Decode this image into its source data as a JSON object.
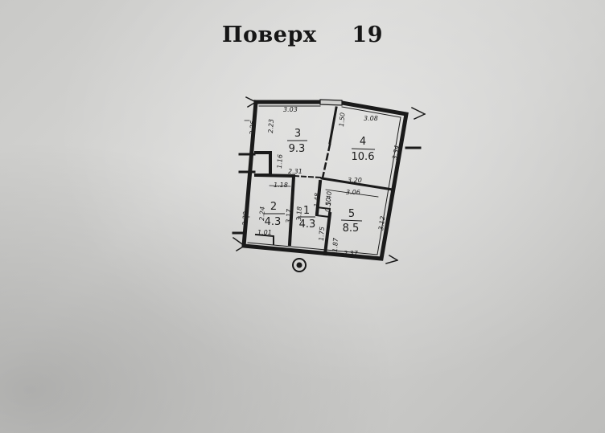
{
  "header": {
    "floor_label": "Поверх",
    "floor_number": "19"
  },
  "rooms": [
    {
      "number": "1",
      "area": "4.3"
    },
    {
      "number": "2",
      "area": "4.3"
    },
    {
      "number": "3",
      "area": "9.3"
    },
    {
      "number": "4",
      "area": "10.6"
    },
    {
      "number": "5",
      "area": "8.5"
    }
  ],
  "dimensions": {
    "top_left": "3.03",
    "top_right": "3.08",
    "door_top": "1.50",
    "left_outer": "2.26",
    "left_inner": "2.23",
    "right_outer": "3.34",
    "mid_a": "2.31",
    "mid_b": "3.20",
    "mid_c": "3.06",
    "mid_d": "1.18",
    "niche": "1.16",
    "hall_a": "1.48",
    "hall_b": "1.40",
    "hall_c": "0.50",
    "bath_a": "2.29",
    "bath_b": "2.24",
    "bath_c": "3.17",
    "bath_d": "3.18",
    "bath_e": "1.01",
    "hall_d": "1.75",
    "room5_a": "1.87",
    "room5_right": "3.12",
    "bottom": "2.37"
  }
}
